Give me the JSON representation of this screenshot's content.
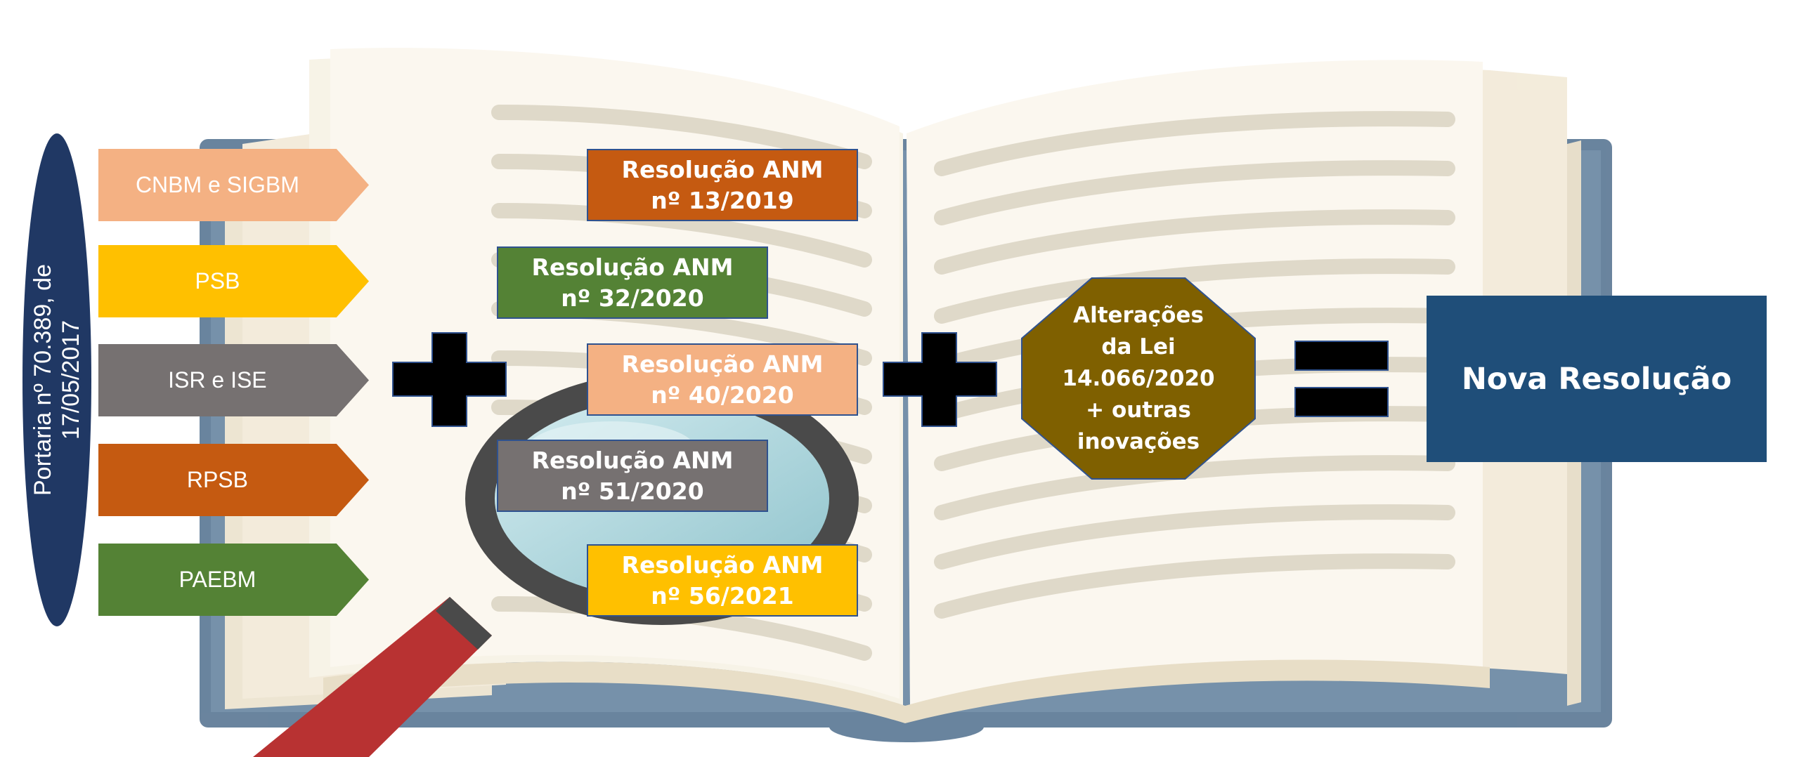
{
  "portaria": {
    "text": "Portaria nº 70.389, de\n17/05/2017",
    "color": "#203864"
  },
  "left_items": [
    {
      "label": "CNBM e SIGBM",
      "color": "#f4b183"
    },
    {
      "label": "PSB",
      "color": "#ffc000"
    },
    {
      "label": "ISR e ISE",
      "color": "#767171"
    },
    {
      "label": "RPSB",
      "color": "#c55a11"
    },
    {
      "label": "PAEBM",
      "color": "#548235"
    }
  ],
  "resolutions": [
    {
      "label": "Resolução ANM\nnº 13/2019",
      "color": "#c55a11"
    },
    {
      "label": "Resolução ANM\nnº 32/2020",
      "color": "#548235"
    },
    {
      "label": "Resolução ANM\nnº 40/2020",
      "color": "#f4b183"
    },
    {
      "label": "Resolução ANM\nnº 51/2020",
      "color": "#767171"
    },
    {
      "label": "Resolução ANM\nnº 56/2021",
      "color": "#ffc000"
    }
  ],
  "lei_box": {
    "text": "Alterações\nda Lei\n14.066/2020\n+ outras\ninovações",
    "color": "#7f6000"
  },
  "result": {
    "text": "Nova Resolução",
    "color": "#1f4e79"
  },
  "background": {
    "image": "open-book-with-magnifying-glass"
  }
}
